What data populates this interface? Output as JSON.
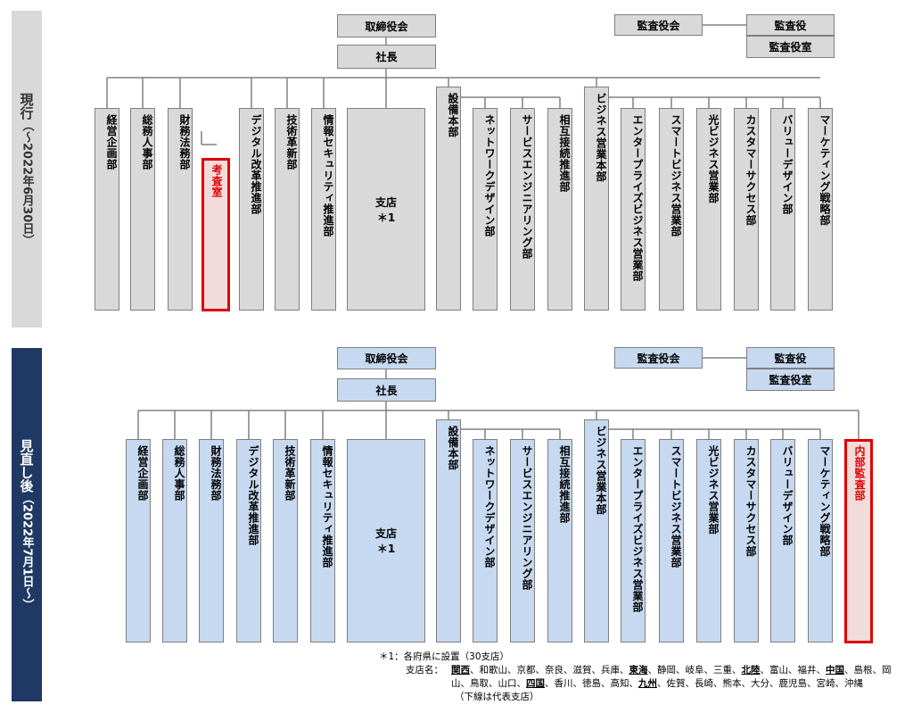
{
  "before": {
    "side_title": "現行",
    "side_period": "（〜2022年6月30日）",
    "board": "取締役会",
    "president": "社長",
    "audit_board": "監査役会",
    "auditor": "監査役",
    "auditor_office": "監査役室",
    "departments": [
      "経営企画部",
      "総務人事部",
      "財務法務部",
      "考査室",
      "デジタル改革推進部",
      "技術革新部",
      "情報セキュリティ推進部",
      "支店",
      "設備本部",
      "ネットワークデザイン部",
      "サービスエンジニアリング部",
      "相互接続推進部",
      "ビジネス営業本部",
      "エンタープライズビジネス営業部",
      "スマートビジネス営業部",
      "光ビジネス営業部",
      "カスタマーサクセス部",
      "バリューデザイン部",
      "マーケティング戦略部"
    ],
    "branch_label": "支店",
    "branch_note": "＊1"
  },
  "after": {
    "side_title": "見直し後",
    "side_period": "（2022年7月1日〜）",
    "board": "取締役会",
    "president": "社長",
    "audit_board": "監査役会",
    "auditor": "監査役",
    "auditor_office": "監査役室",
    "departments": [
      "経営企画部",
      "総務人事部",
      "財務法務部",
      "デジタル改革推進部",
      "技術革新部",
      "情報セキュリティ推進部",
      "支店",
      "設備本部",
      "ネットワークデザイン部",
      "サービスエンジニアリング部",
      "相互接続推進部",
      "ビジネス営業本部",
      "エンタープライズビジネス営業部",
      "スマートビジネス営業部",
      "光ビジネス営業部",
      "カスタマーサクセス部",
      "バリューデザイン部",
      "マーケティング戦略部",
      "内部監査部"
    ],
    "branch_label": "支店",
    "branch_note": "＊1"
  },
  "footnote": {
    "line1": "＊1：各府県に設置（30支店）",
    "prefix": "支店名：",
    "branches": [
      {
        "name": "関西",
        "rep": true
      },
      {
        "name": "和歌山"
      },
      {
        "name": "京都"
      },
      {
        "name": "奈良"
      },
      {
        "name": "滋賀"
      },
      {
        "name": "兵庫"
      },
      {
        "name": "東海",
        "rep": true
      },
      {
        "name": "静岡"
      },
      {
        "name": "岐阜"
      },
      {
        "name": "三重"
      },
      {
        "name": "北陸",
        "rep": true
      },
      {
        "name": "富山"
      },
      {
        "name": "福井"
      },
      {
        "name": "中国",
        "rep": true
      },
      {
        "name": "島根"
      },
      {
        "name": "岡山"
      },
      {
        "name": "鳥取"
      },
      {
        "name": "山口"
      },
      {
        "name": "四国",
        "rep": true
      },
      {
        "name": "香川"
      },
      {
        "name": "徳島"
      },
      {
        "name": "高知"
      },
      {
        "name": "九州",
        "rep": true
      },
      {
        "name": "佐賀"
      },
      {
        "name": "長崎"
      },
      {
        "name": "熊本"
      },
      {
        "name": "大分"
      },
      {
        "name": "鹿児島"
      },
      {
        "name": "宮崎"
      },
      {
        "name": "沖縄"
      }
    ],
    "legend": "（下線は代表支店）"
  }
}
